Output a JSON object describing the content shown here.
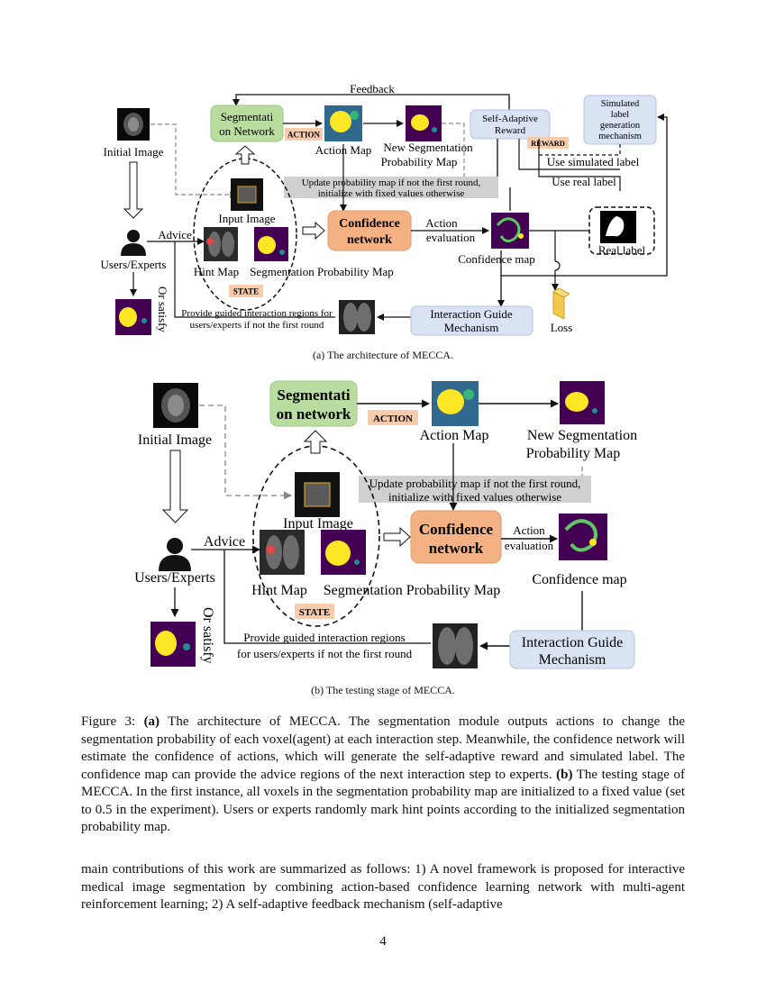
{
  "figA": {
    "feedback": "Feedback",
    "initial_image": "Initial Image",
    "seg_net_1": "Segmentati",
    "seg_net_2": "on Network",
    "action_tag": "ACTION",
    "action_map": "Action Map",
    "new_seg_1": "New Segmentation",
    "new_seg_2": "Probability Map",
    "reward_1": "Self-Adaptive",
    "reward_2": "Reward",
    "reward_tag": "REWARD",
    "sim_1": "Simulated",
    "sim_2": "label",
    "sim_3": "generation",
    "sim_4": "mechanism",
    "use_sim": "Use simulated label",
    "use_real": "Use real label",
    "update_1": "Update probability map if not the first round,",
    "update_2": "initialize with fixed values otherwise",
    "input_image": "Input Image",
    "conf_1": "Confidence",
    "conf_2": "network",
    "action_eval_1": "Action",
    "action_eval_2": "evaluation",
    "advice": "Advice",
    "users": "Users/Experts",
    "hint_map": "Hint Map",
    "seg_prob": "Segmentation Probability Map",
    "conf_map": "Confidence map",
    "real_label": "Real label",
    "state_tag": "STATE",
    "or_satisfy": "Or satisfy",
    "provide_1": "Provide guided interaction regions for",
    "provide_2": "users/experts if not the first round",
    "guide_1": "Interaction Guide",
    "guide_2": "Mechanism",
    "loss": "Loss",
    "caption": "(a)  The architecture of MECCA."
  },
  "figB": {
    "initial_image": "Initial Image",
    "seg_net_1": "Segmentati",
    "seg_net_2": "on network",
    "action_tag": "ACTION",
    "action_map": "Action Map",
    "new_seg_1": "New Segmentation",
    "new_seg_2": "Probability Map",
    "update_1": "Update probability map if not the first round,",
    "update_2": "initialize with fixed values otherwise",
    "input_image": "Input Image",
    "conf_1": "Confidence",
    "conf_2": "network",
    "action_eval_1": "Action",
    "action_eval_2": "evaluation",
    "conf_map": "Confidence map",
    "advice": "Advice",
    "users": "Users/Experts",
    "hint_map": "Hint Map",
    "seg_prob": "Segmentation Probability Map",
    "state_tag": "STATE",
    "or_satisfy": "Or satisfy",
    "provide_1": "Provide guided interaction regions",
    "provide_2": "for users/experts if not the first round",
    "guide_1": "Interaction Guide",
    "guide_2": "Mechanism",
    "caption": "(b)  The testing stage of MECCA."
  },
  "caption": {
    "fig_label": "Figure 3: ",
    "a_label": "(a)",
    "a_text": " The architecture of MECCA. The segmentation module outputs actions to change the segmentation probability of each voxel(agent) at each interaction step. Meanwhile, the confidence network will estimate the confidence of actions, which will generate the self-adaptive reward and simulated label. The confidence map can provide the advice regions of the next interaction step to experts. ",
    "b_label": "(b)",
    "b_text": " The testing stage of MECCA. In the first instance, all voxels in the segmentation probability map are initialized to a fixed value (set to 0.5 in the experiment). Users or experts randomly mark hint points according to the initialized segmentation probability map."
  },
  "body_text": "main contributions of this work are summarized as follows: 1) A novel framework is proposed for interactive medical image segmentation by combining action-based confidence learning network with multi-agent reinforcement learning; 2) A self-adaptive feedback mechanism (self-adaptive",
  "page_number": "4",
  "colors": {
    "green_box": "#b9dca0",
    "orange_box": "#f4b183",
    "blue_box": "#dae3f3",
    "tag_bg": "#f8cbad",
    "gray_band": "#d0d0d0",
    "viridis_dark": "#440154",
    "viridis_yellow": "#fde725"
  }
}
